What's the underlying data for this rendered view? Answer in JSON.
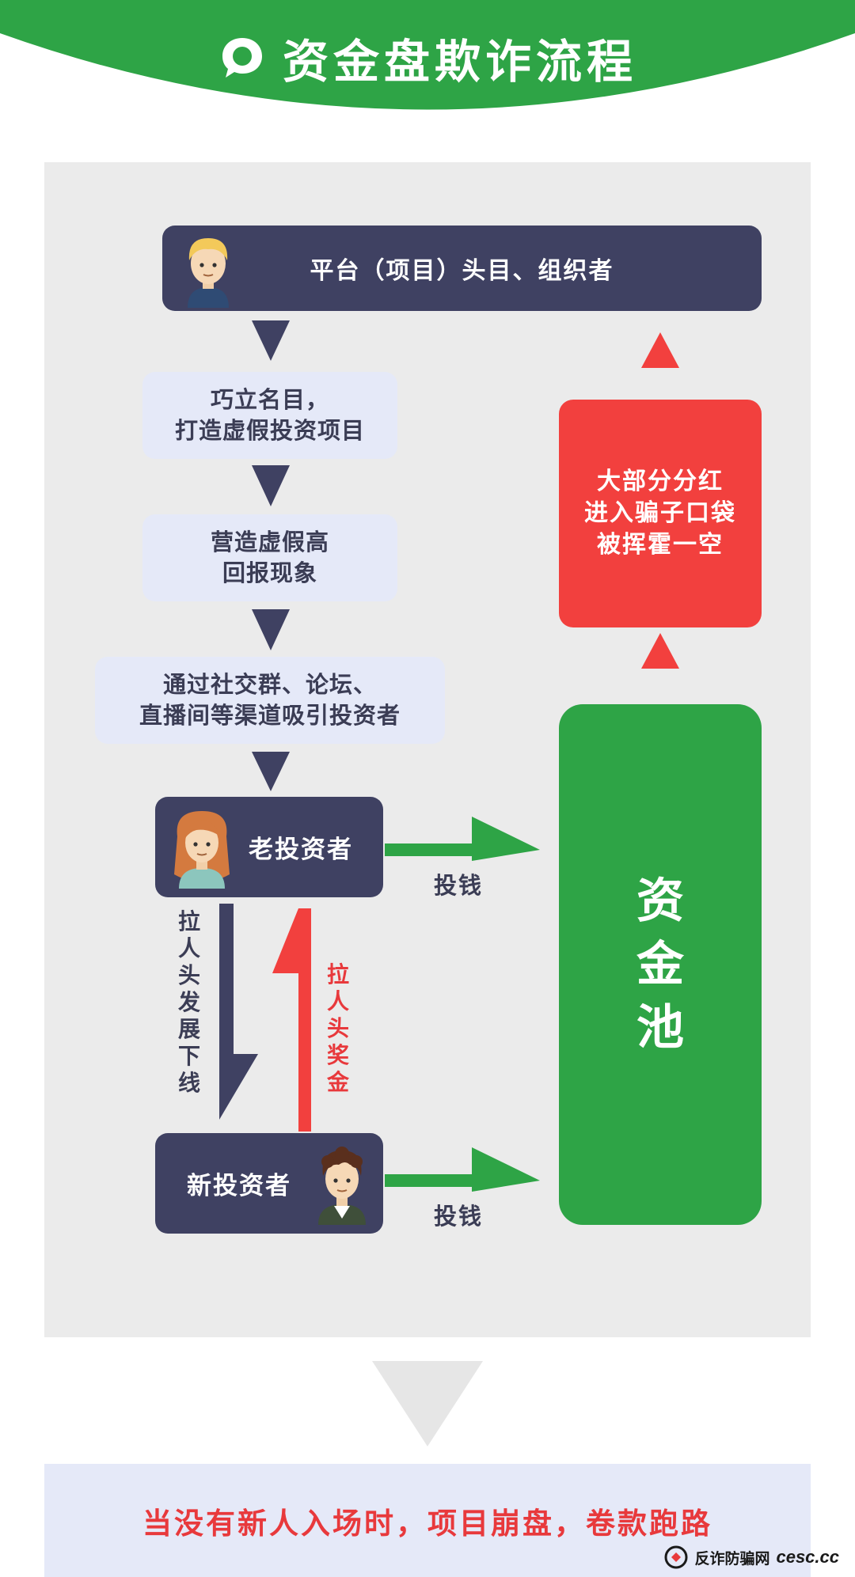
{
  "header": {
    "title": "资金盘欺诈流程"
  },
  "flow": {
    "leader": "平台（项目）头目、组织者",
    "step1": [
      "巧立名目，",
      "打造虚假投资项目"
    ],
    "step2": [
      "营造虚假高",
      "回报现象"
    ],
    "step3": [
      "通过社交群、论坛、",
      "直播间等渠道吸引投资者"
    ],
    "old_investor": "老投资者",
    "new_investor": "新投资者",
    "recruit_down": "拉人头发展下线",
    "recruit_bonus": "拉人头奖金",
    "invest_label_1": "投钱",
    "invest_label_2": "投钱",
    "pool": "资金池",
    "dividend": [
      "大部分分红",
      "进入骗子口袋",
      "被挥霍一空"
    ]
  },
  "conclusion": "当没有新人入场时，项目崩盘，卷款跑路",
  "watermark": {
    "site": "反诈防骗网",
    "url": "cesc.cc"
  },
  "colors": {
    "green": "#2ea446",
    "navy": "#3f4162",
    "red": "#f2403e",
    "light_blue": "#e5e9f8",
    "panel_gray": "#ebebeb"
  }
}
